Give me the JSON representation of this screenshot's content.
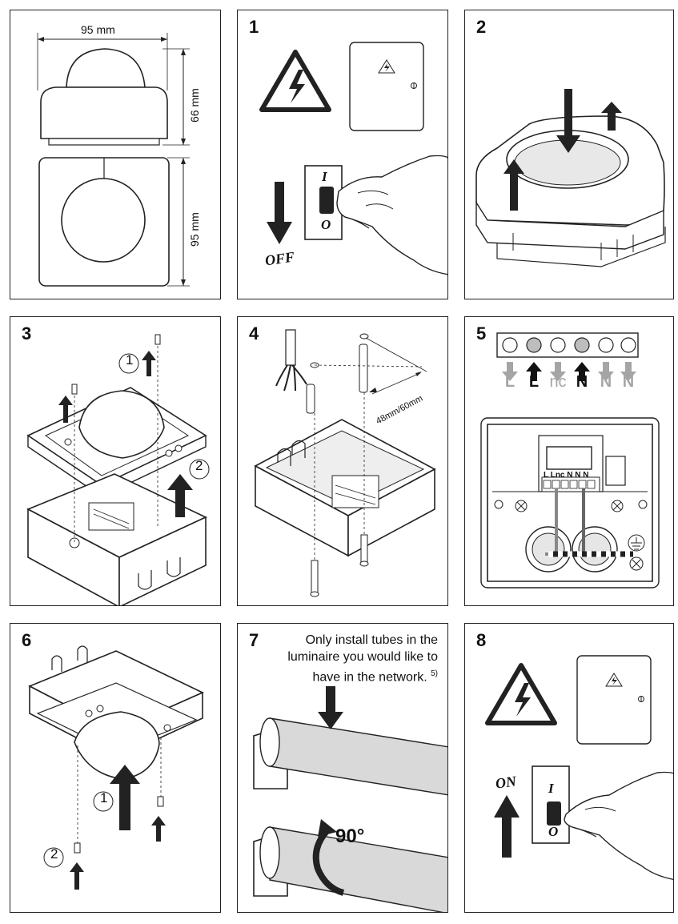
{
  "panel0": {
    "width_label": "95 mm",
    "height_label": "66 mm",
    "depth_label": "95 mm"
  },
  "panel1": {
    "number": "1",
    "switch_on": "I",
    "switch_off": "O",
    "arrow_label": "OFF"
  },
  "panel2": {
    "number": "2"
  },
  "panel3": {
    "number": "3",
    "step1": "1",
    "step2": "2"
  },
  "panel4": {
    "number": "4",
    "spacing_label": "48mm/60mm"
  },
  "panel5": {
    "number": "5",
    "terminals": [
      {
        "label": "L",
        "color": "grey"
      },
      {
        "label": "L",
        "color": "black"
      },
      {
        "label": "nc",
        "color": "grey"
      },
      {
        "label": "N",
        "color": "black"
      },
      {
        "label": "N",
        "color": "grey"
      },
      {
        "label": "N",
        "color": "grey"
      }
    ],
    "block_label": "L Lnc N N N"
  },
  "panel6": {
    "number": "6",
    "step1": "1",
    "step2": "2"
  },
  "panel7": {
    "number": "7",
    "note": "Only install tubes in the luminaire you would like to have in the network.",
    "footnote": "5)",
    "rotation_label": "90°"
  },
  "panel8": {
    "number": "8",
    "switch_on": "I",
    "switch_off": "O",
    "arrow_label": "ON"
  },
  "colors": {
    "line": "#222222",
    "grey_arrow": "#a5a5a5",
    "tube_grey": "#d9d9d9"
  }
}
